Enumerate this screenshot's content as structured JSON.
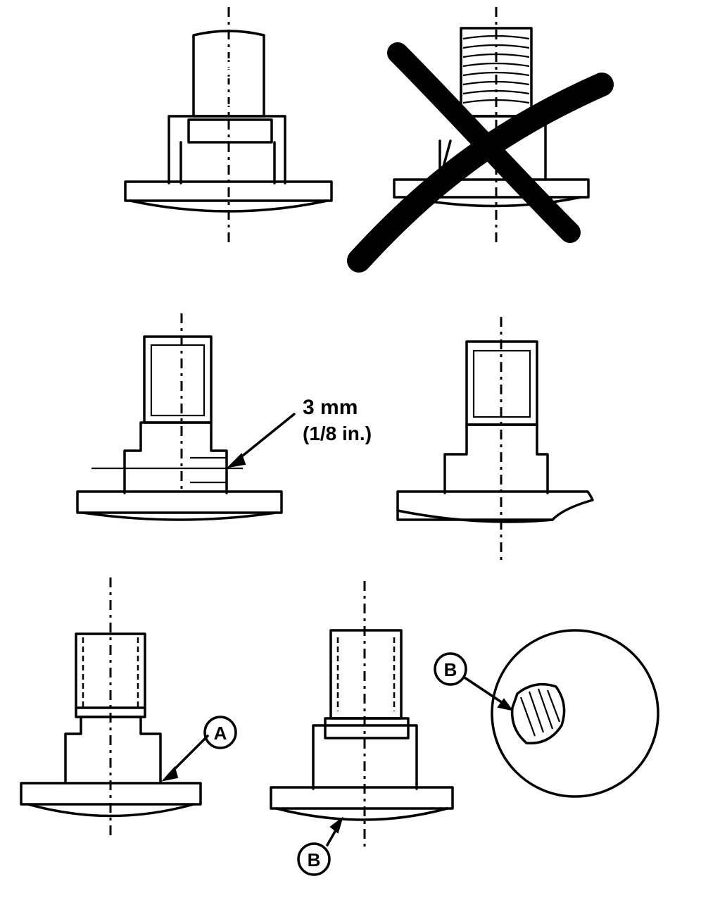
{
  "annotations": {
    "dimension_metric": "3 mm",
    "dimension_imperial": "(1/8 in.)",
    "callout_a": "A",
    "callout_b_bottom": "B",
    "callout_b_detail": "B"
  },
  "colors": {
    "ink": "#000000",
    "paper": "#ffffff"
  }
}
